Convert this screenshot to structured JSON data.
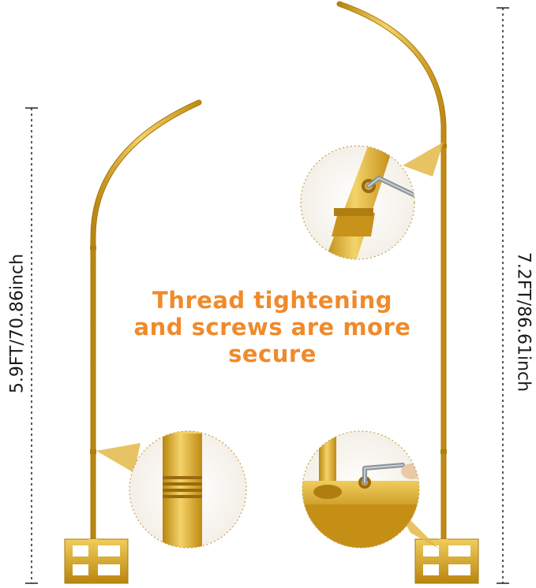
{
  "dimensions": {
    "left_height": "5.9FT/70.86inch",
    "right_height": "7.2FT/86.61inch"
  },
  "headline": {
    "line1": "Thread tightening",
    "line2": "and screws are more",
    "line3": "secure"
  },
  "colors": {
    "gold": "#d9a21f",
    "gold_light": "#f2cf63",
    "gold_dark": "#a8780f",
    "headline_orange": "#f08a2a",
    "dim_line": "#222222"
  }
}
